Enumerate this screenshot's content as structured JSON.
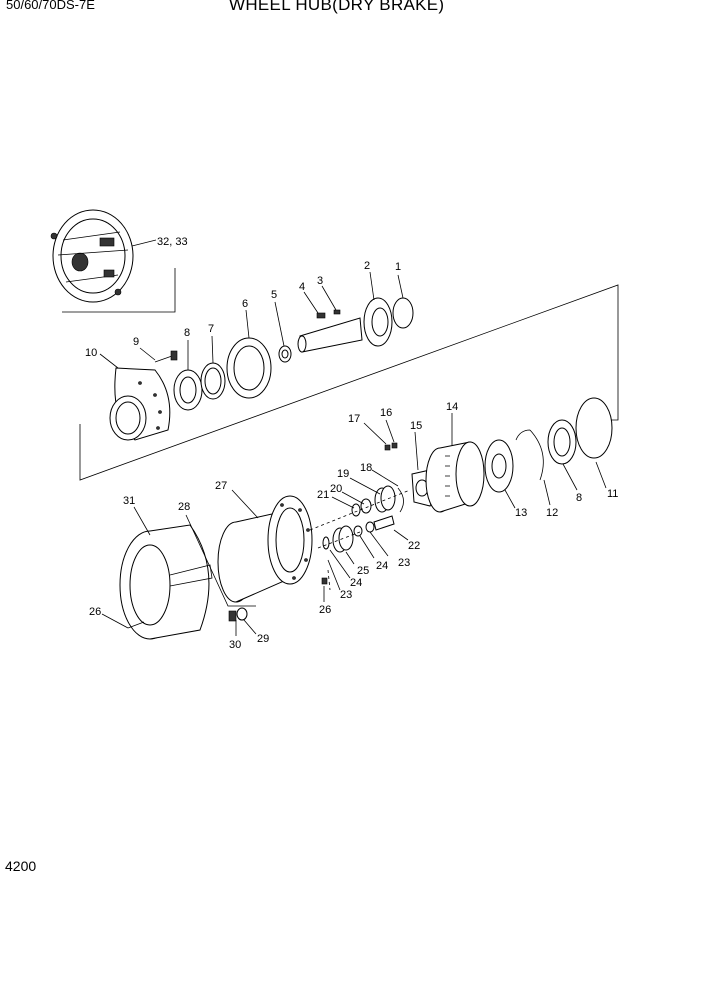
{
  "header": {
    "model": "50/60/70DS-7E",
    "title": "WHEEL HUB(DRY BRAKE)"
  },
  "footer": {
    "page_number": "4200"
  },
  "callouts": {
    "c1": "1",
    "c2": "2",
    "c3": "3",
    "c4": "4",
    "c5": "5",
    "c6": "6",
    "c7": "7",
    "c8a": "8",
    "c8b": "8",
    "c9": "9",
    "c10": "10",
    "c11": "11",
    "c12": "12",
    "c13": "13",
    "c14": "14",
    "c15": "15",
    "c16": "16",
    "c17": "17",
    "c18": "18",
    "c19": "19",
    "c20": "20",
    "c21": "21",
    "c22": "22",
    "c23a": "23",
    "c23b": "23",
    "c24a": "24",
    "c24b": "24",
    "c25": "25",
    "c26a": "26",
    "c26b": "26",
    "c27": "27",
    "c28": "28",
    "c29": "29",
    "c30": "30",
    "c31": "31",
    "c3233": "32, 33"
  }
}
